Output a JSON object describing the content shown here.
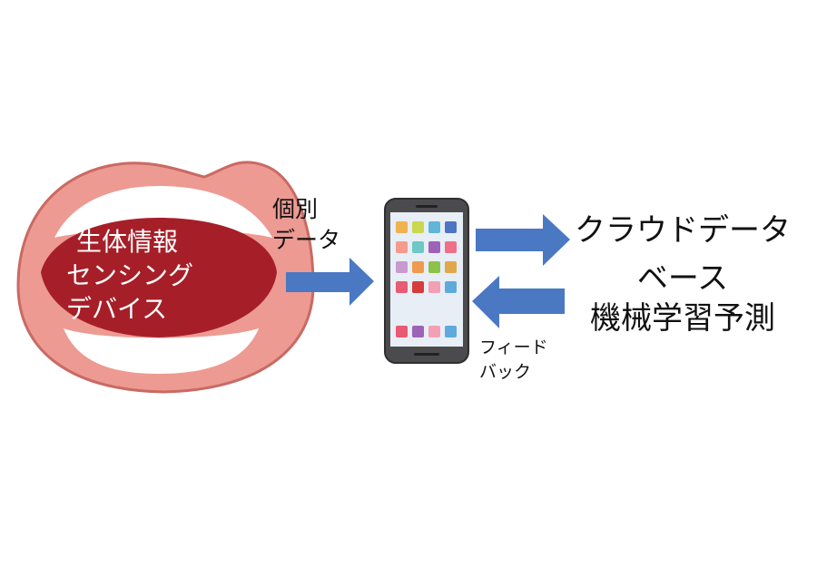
{
  "mouth": {
    "line1": "生体情報",
    "line2": "センシング",
    "line3": "デバイス"
  },
  "individual_data": {
    "line1": "個別",
    "line2": "データ"
  },
  "cloud_database": {
    "line1": "クラウドデータ",
    "line2": "ベース"
  },
  "machine_learning": "機械学習予測",
  "feedback": {
    "line1": "フィード",
    "line2": "バック"
  },
  "app_icon_colors": [
    [
      "#f1b24e",
      "#c9d84c",
      "#5fb6d8",
      "#4e74c4"
    ],
    [
      "#f59a8c",
      "#6ec7c8",
      "#9d63b8",
      "#f06f86"
    ],
    [
      "#c99ad0",
      "#ef9a4c",
      "#8dc24a",
      "#e0a84a"
    ],
    [
      "#e95a73",
      "#d83b3b",
      "#f3a0b5",
      "#5fa9dc"
    ]
  ],
  "dock_icon_colors": [
    "#e95a73",
    "#9d63b8",
    "#f3a0b5",
    "#5fa9dc"
  ]
}
